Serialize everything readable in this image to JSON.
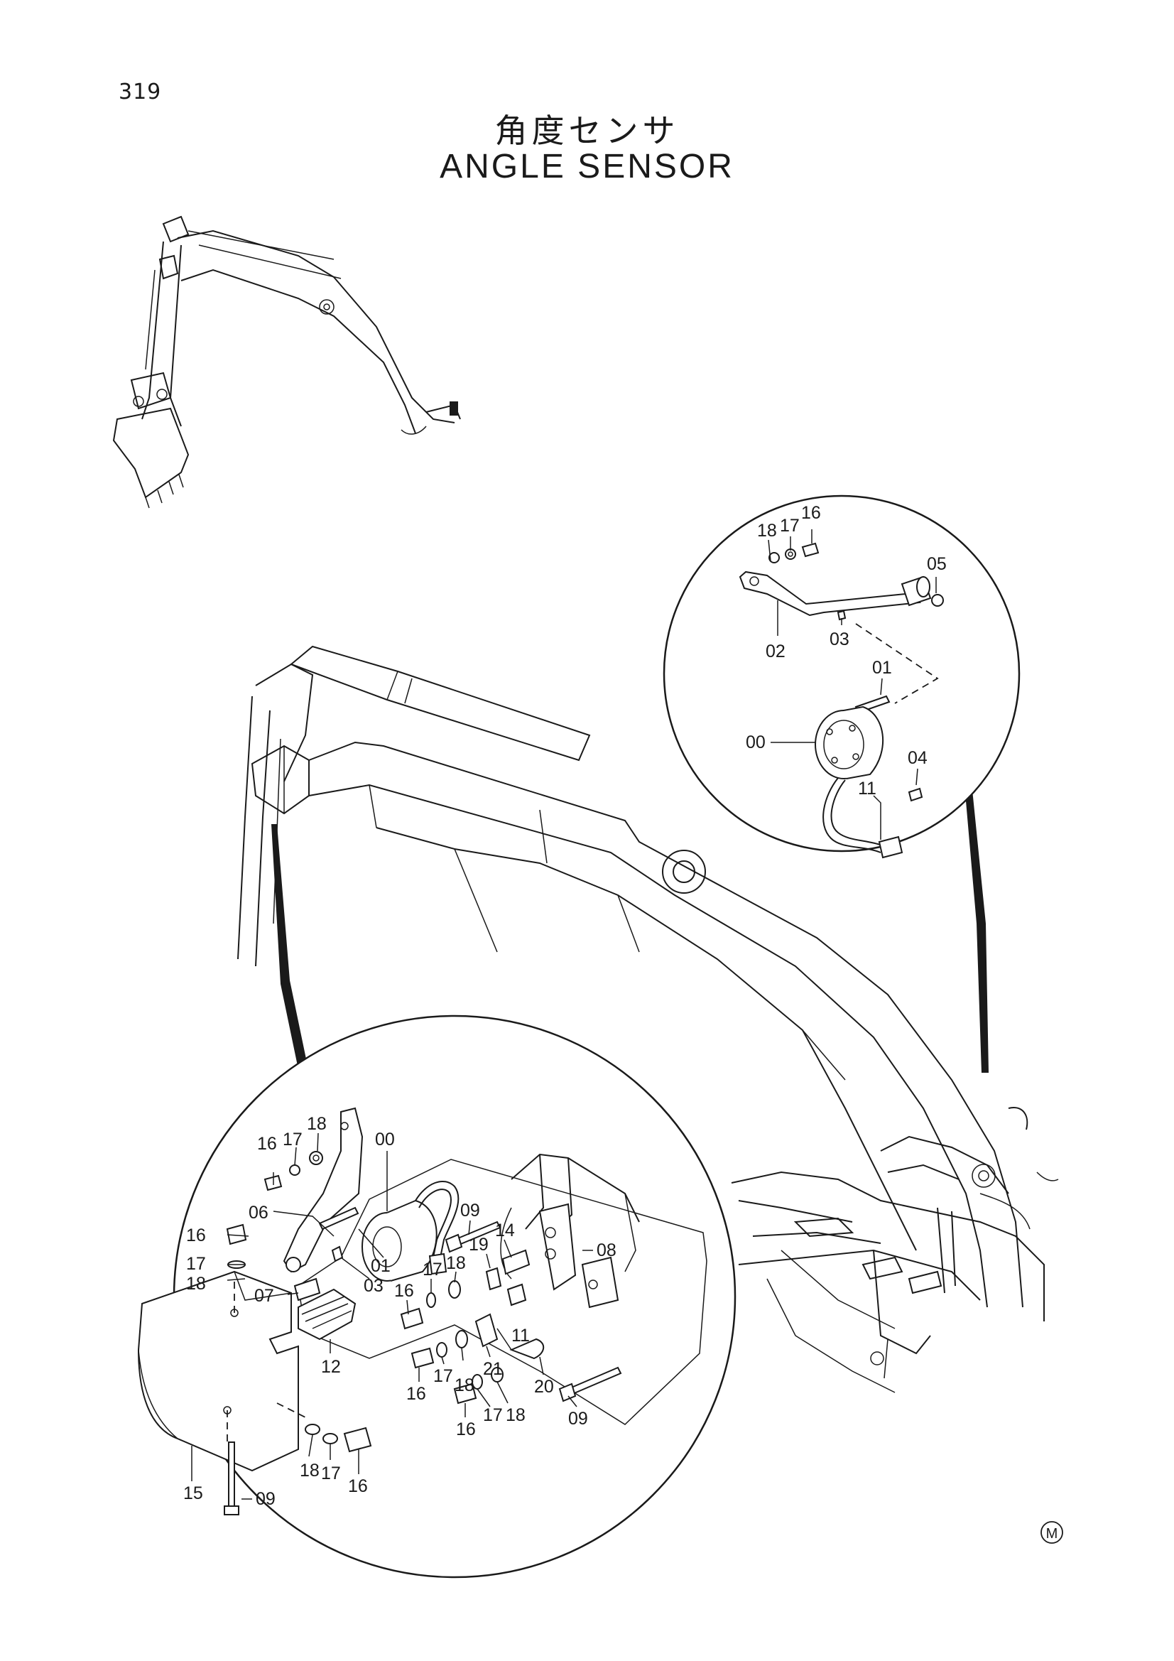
{
  "page_number": "319",
  "title_jp": "角度センサ",
  "title_en": "ANGLE SENSOR",
  "mark": "M",
  "upper_detail_callouts": [
    "18",
    "17",
    "16",
    "05",
    "02",
    "03",
    "01",
    "00",
    "04",
    "11"
  ],
  "lower_detail_callouts": [
    "18",
    "17",
    "16",
    "00",
    "06",
    "16",
    "17",
    "18",
    "01",
    "03",
    "07",
    "09",
    "19",
    "14",
    "08",
    "17",
    "18",
    "16",
    "12",
    "21",
    "11",
    "16",
    "17",
    "18",
    "20",
    "09",
    "16",
    "17",
    "18",
    "15",
    "09",
    "18",
    "17",
    "16"
  ]
}
